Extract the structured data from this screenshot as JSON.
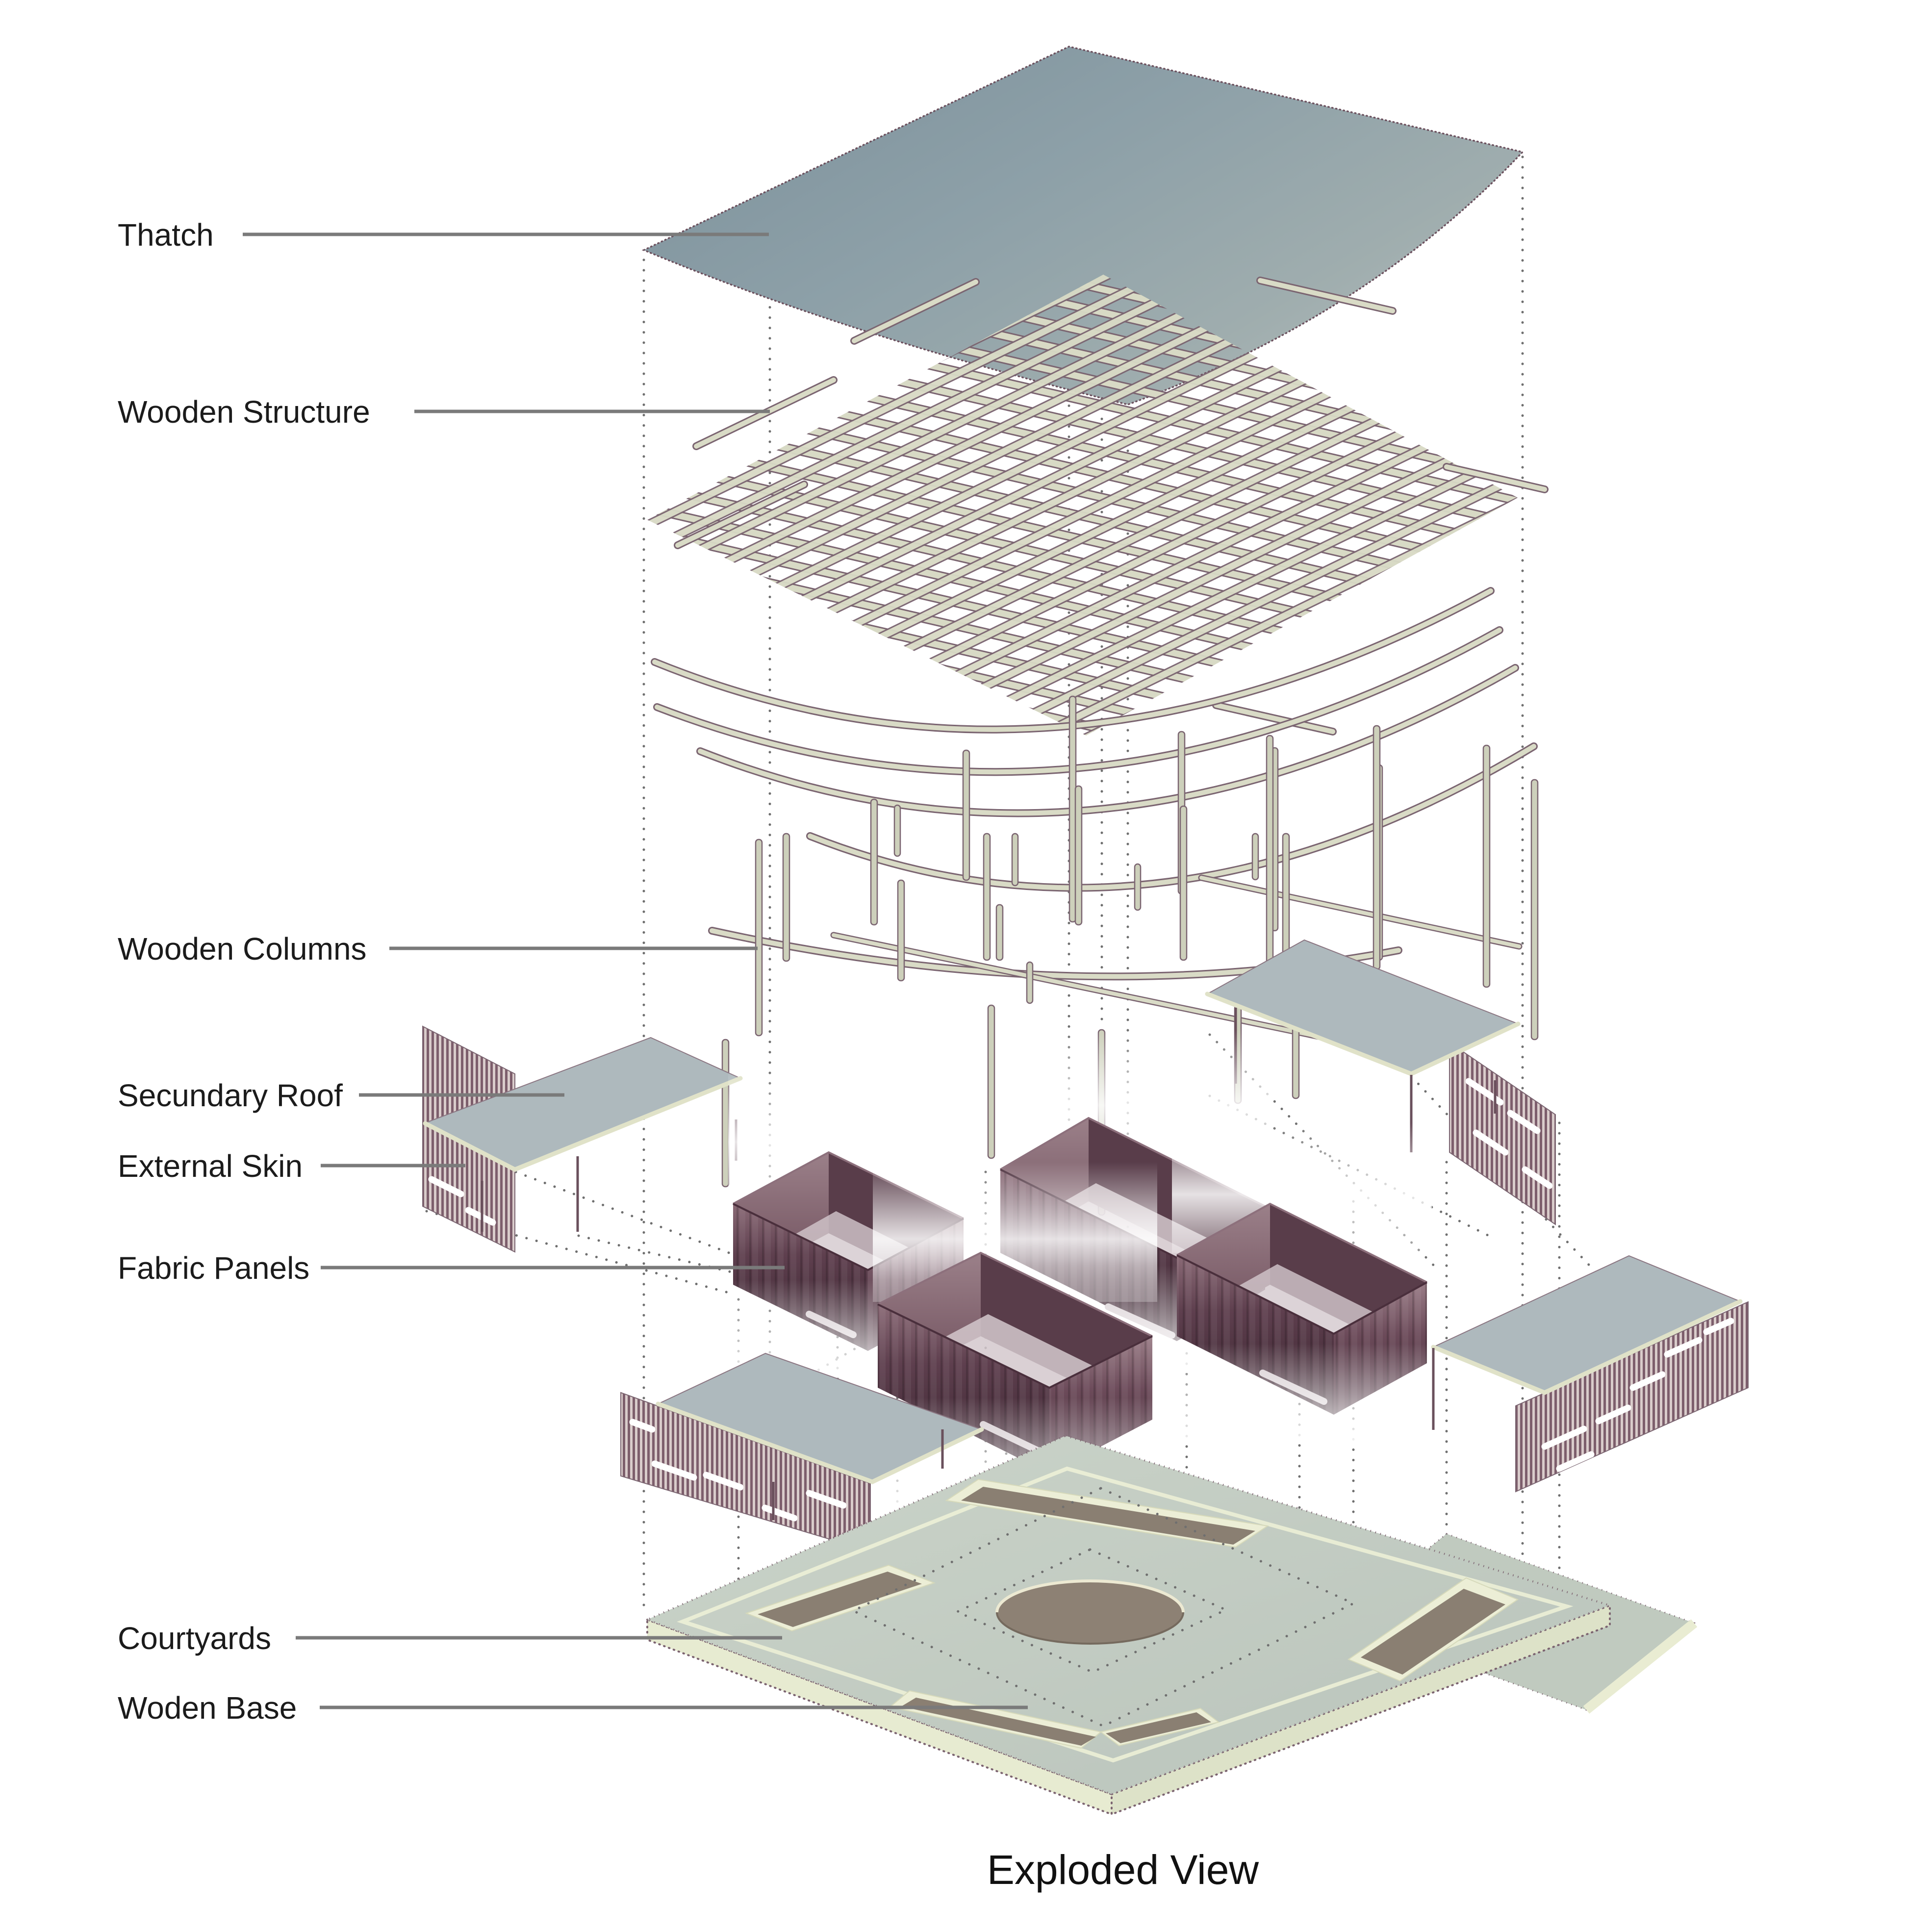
{
  "diagram": {
    "title": "Exploded View",
    "labels": [
      {
        "id": "thatch",
        "text": "Thatch"
      },
      {
        "id": "wooden-structure",
        "text": "Wooden Structure"
      },
      {
        "id": "wooden-columns",
        "text": "Wooden Columns"
      },
      {
        "id": "secondary-roof",
        "text": "Secundary Roof"
      },
      {
        "id": "external-skin",
        "text": "External Skin"
      },
      {
        "id": "fabric-panels",
        "text": "Fabric Panels"
      },
      {
        "id": "courtyards",
        "text": "Courtyards"
      },
      {
        "id": "wooden-base",
        "text": "Woden Base"
      }
    ],
    "layer_count": 8,
    "colors": {
      "background": "#ffffff",
      "thatch_dark": "#7e929c",
      "thatch_light": "#b2bcba",
      "wood_fill": "#d8dac5",
      "wood_outline": "#7b6571",
      "roof_slab": "#aeb9bd",
      "roof_edge": "#e0e2c8",
      "skin_stripe": "#7d5e6c",
      "skin_background": "#d9cccb",
      "fabric_dark": "#37222d",
      "fabric_mid": "#5e3f4e",
      "fabric_light": "#8a6a76",
      "base_top": "#c7d0c6",
      "base_rim": "#e9ecd2",
      "courtyard_floor": "#8a7f72",
      "leader_line": "#7a7a7a",
      "label_text": "#1b1b1b"
    }
  }
}
